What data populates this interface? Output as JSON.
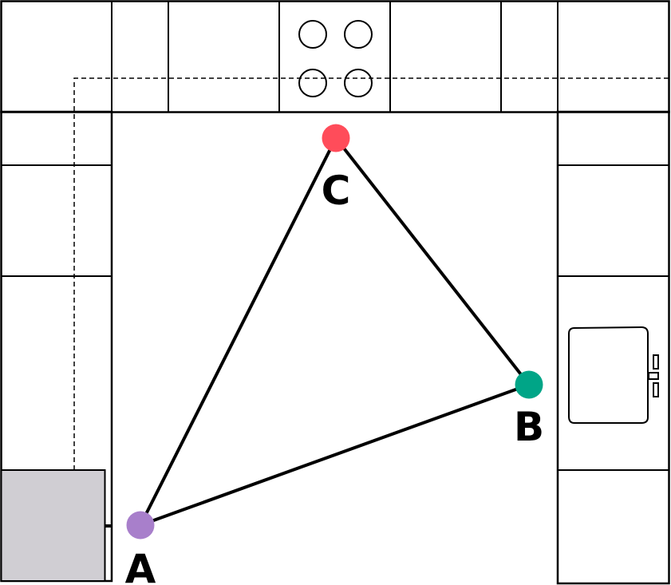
{
  "points": [
    {
      "id": "A",
      "label": "A",
      "color": "#a87fcb"
    },
    {
      "id": "B",
      "label": "B",
      "color": "#00a587"
    },
    {
      "id": "C",
      "label": "C",
      "color": "#ff4c5a"
    }
  ],
  "colors": {
    "counter_line": "#000000",
    "fridge_fill": "#d0ced3",
    "triangle_line": "#000000"
  },
  "icons": [
    "stove-icon",
    "sink-icon",
    "refrigerator-icon"
  ]
}
